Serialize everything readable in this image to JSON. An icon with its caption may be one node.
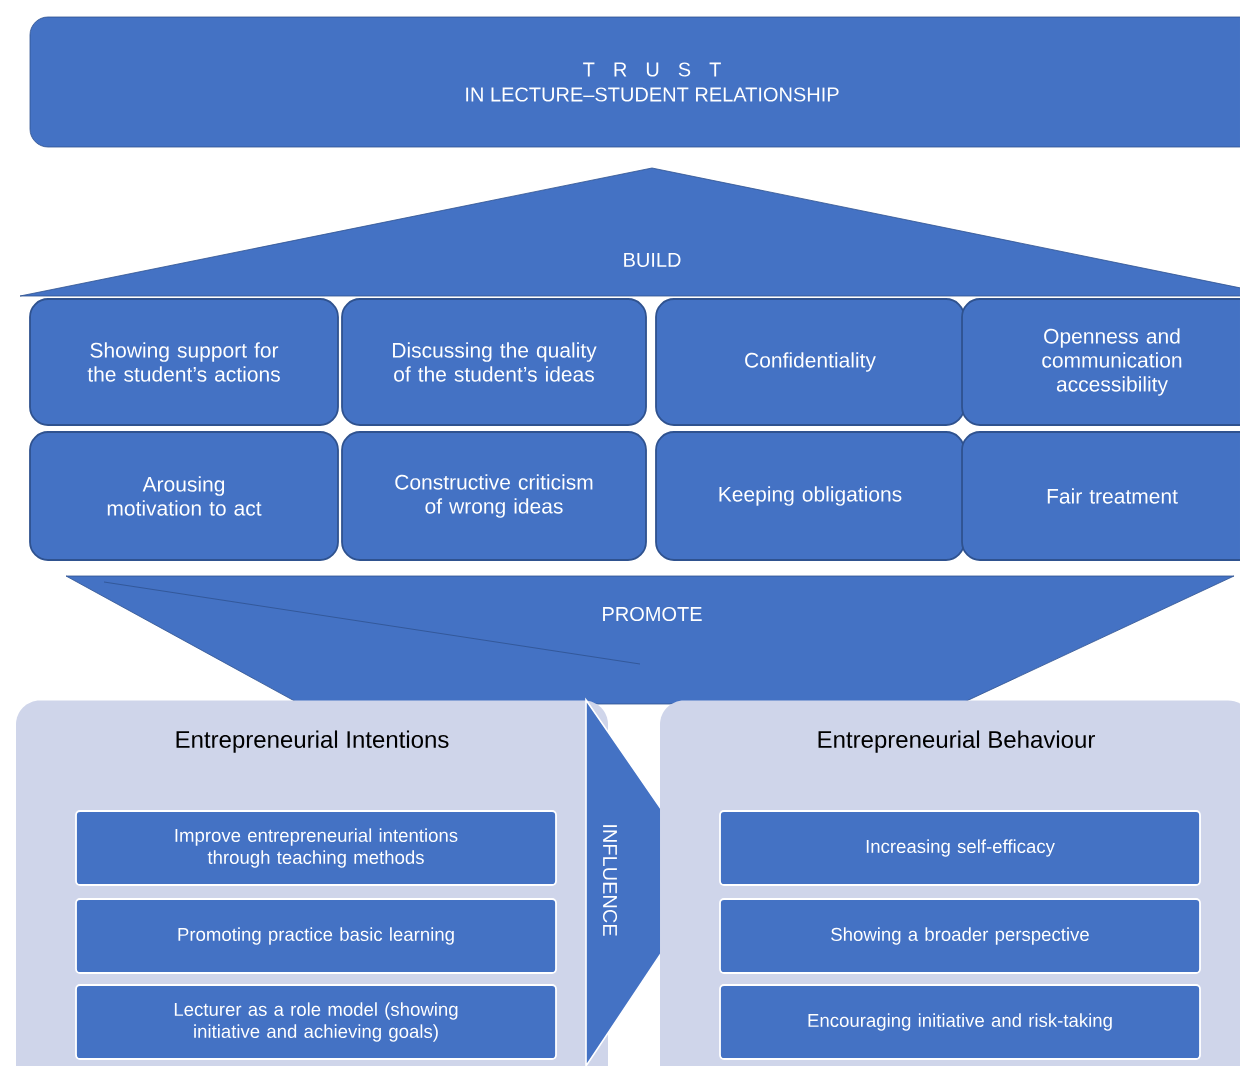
{
  "diagram": {
    "nodes": [
      {
        "text": [
          "T R U S T",
          "IN LECTURE–STUDENT RELATIONSHIP"
        ]
      },
      {
        "text": [
          "BUILD"
        ]
      },
      {
        "text": [
          "Showing support for the student’s actions"
        ]
      },
      {
        "text": [
          "Discussing the quality of the student’s ideas"
        ]
      },
      {
        "text": [
          "Confidentiality"
        ]
      },
      {
        "text": [
          "Openness and communication accessibility"
        ]
      },
      {
        "text": [
          "Arousing motivation to act"
        ]
      },
      {
        "text": [
          "Constructive criticism of wrong ideas"
        ]
      },
      {
        "text": [
          "Keeping obligations"
        ]
      },
      {
        "text": [
          "Fair treatment"
        ]
      },
      {
        "text": [
          "PROMOTE"
        ]
      },
      {
        "text": [
          "Entrepreneurial Intentions"
        ]
      },
      {
        "text": [
          "Improve entrepreneurial intentions through teaching methods"
        ],
        "in": 11
      },
      {
        "text": [
          "Promoting practice basic learning"
        ],
        "in": 11
      },
      {
        "text": [
          "Lecturer as a role model (showing initiative and achieving goals)"
        ],
        "in": 11
      },
      {
        "text": [
          "INFLUENCE"
        ]
      },
      {
        "text": [
          "Entrepreneurial Behaviour"
        ]
      },
      {
        "text": [
          "Increasing self-efficacy"
        ],
        "in": 16
      },
      {
        "text": [
          "Showing a broader perspective"
        ],
        "in": 16
      },
      {
        "text": [
          "Encouraging initiative and risk-taking"
        ],
        "in": 16
      }
    ]
  }
}
